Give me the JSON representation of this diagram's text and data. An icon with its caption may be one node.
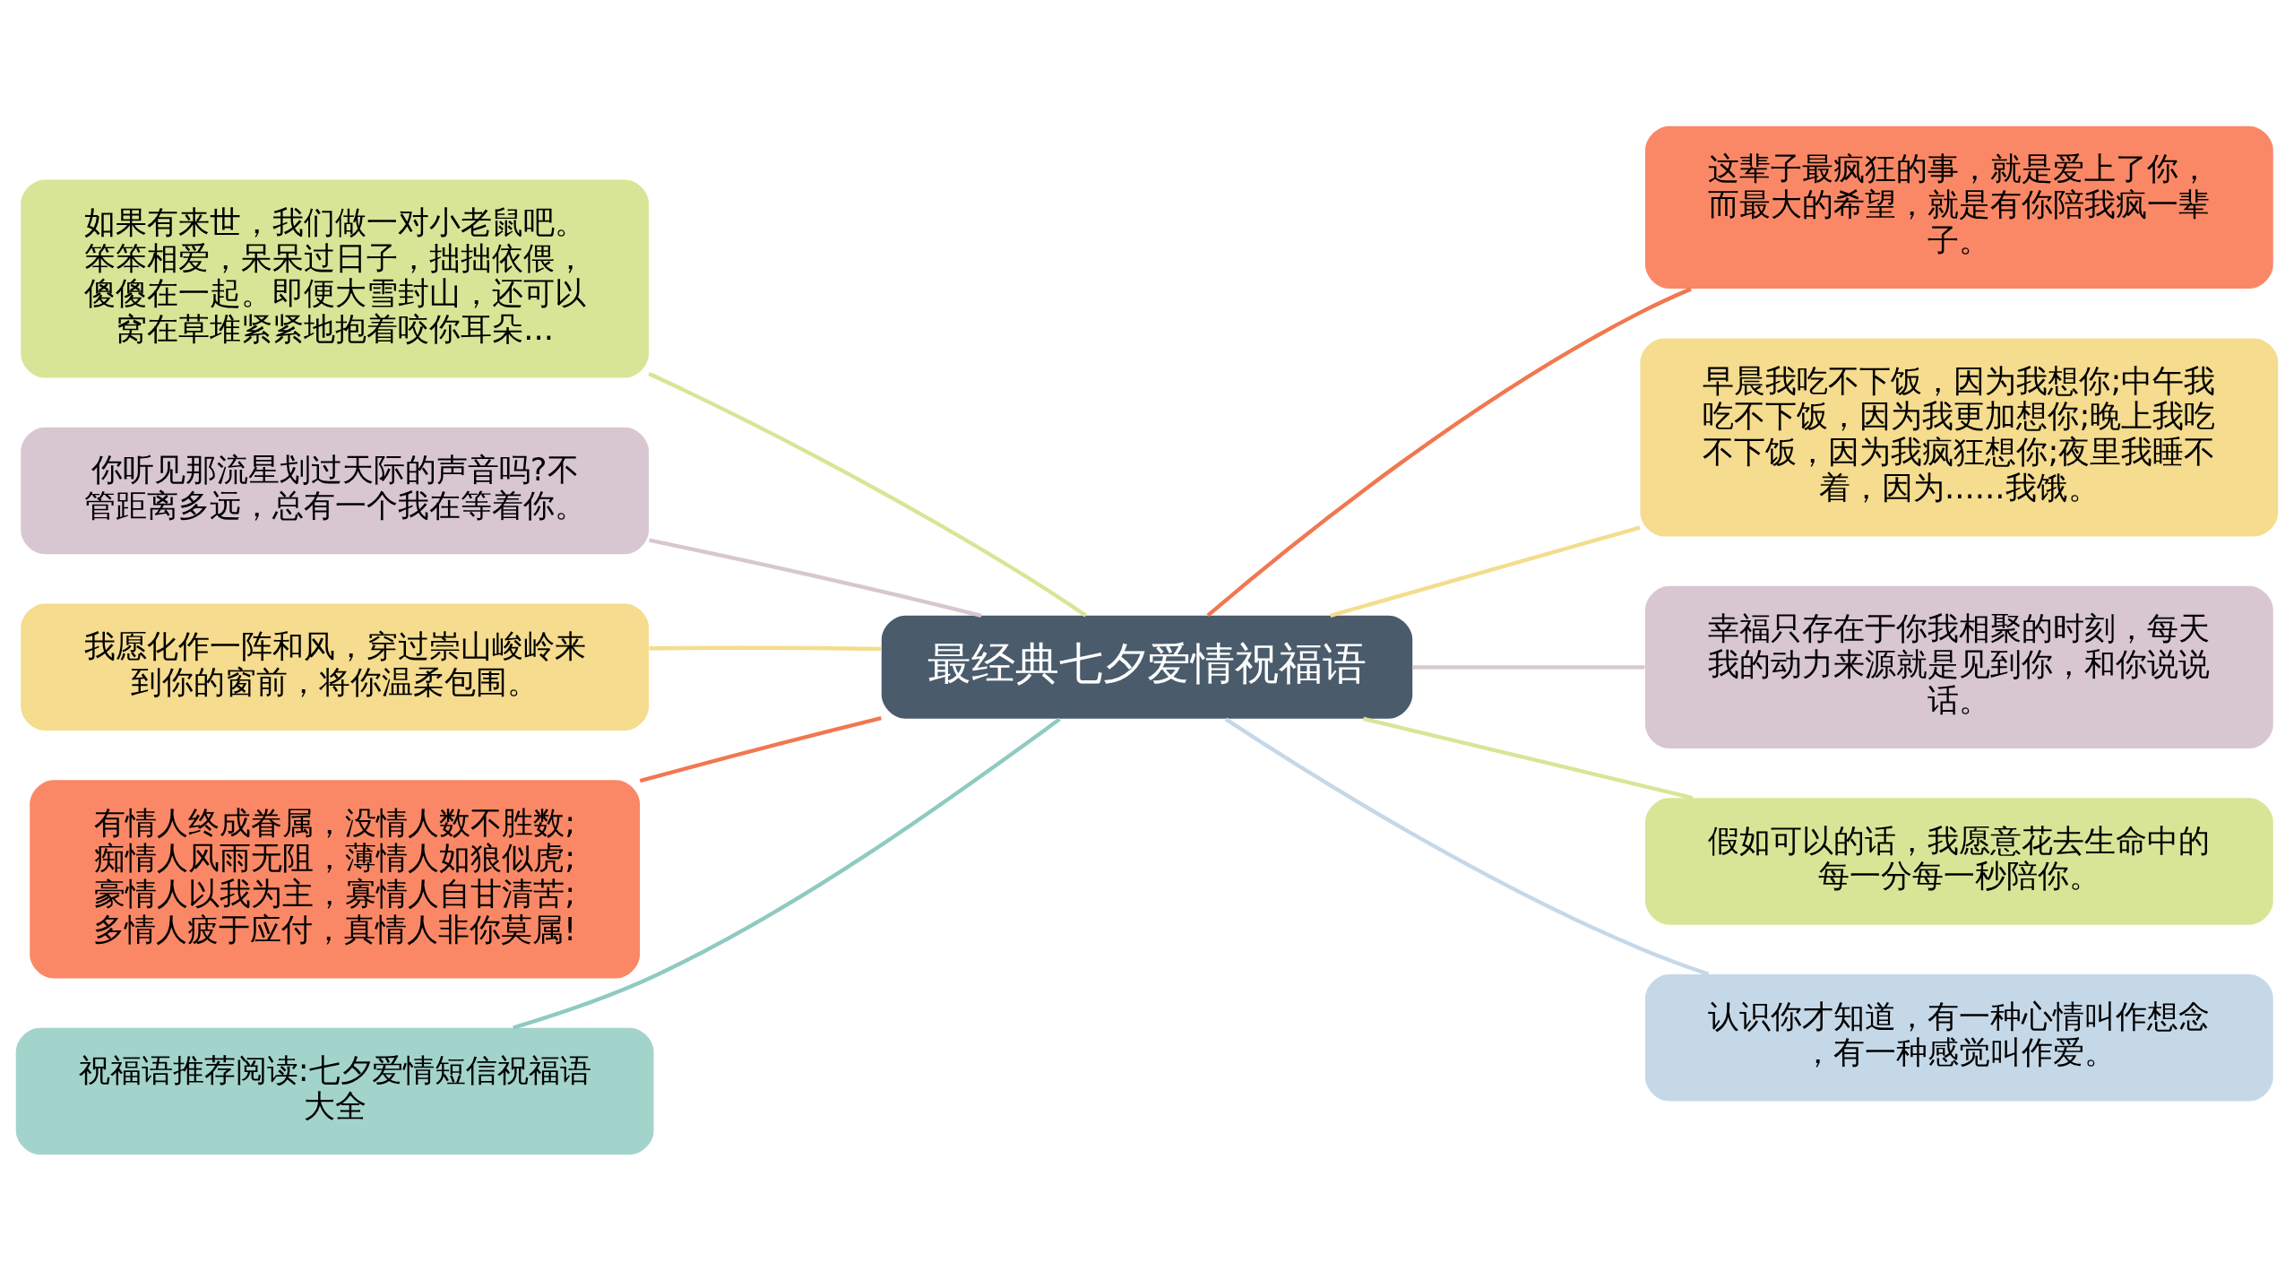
{
  "diagram": {
    "nodes": [
      {
        "text": [
          "最经典七夕爱情祝福语"
        ]
      },
      {
        "text": [
          "如果有来世，我们做一对小老鼠吧。笨笨相爱，呆呆过日子，拙拙依偎，傻傻在一起。即便大雪封山，还可以窝在草堆紧紧地抱着咬你耳朵..."
        ]
      },
      {
        "text": [
          "你听见那流星划过天际的声音吗?不管距离多远，总有一个我在等着你。"
        ]
      },
      {
        "text": [
          "我愿化作一阵和风，穿过崇山峻岭来到你的窗前，将你温柔包围。"
        ]
      },
      {
        "text": [
          "有情人终成眷属，没情人数不胜数;痴情人风雨无阻，薄情人如狼似虎;豪情人以我为主，寡情人自甘清苦;多情人疲于应付，真情人非你莫属!"
        ]
      },
      {
        "text": [
          "祝福语推荐阅读:七夕爱情短信祝福语大全"
        ]
      },
      {
        "text": [
          "这辈子最疯狂的事，就是爱上了你，而最大的希望，就是有你陪我疯一辈子。"
        ]
      },
      {
        "text": [
          "早晨我吃不下饭，因为我想你;中午我吃不下饭，因为我更加想你;晚上我吃不下饭，因为我疯狂想你;夜里我睡不着，因为......我饿。"
        ]
      },
      {
        "text": [
          "幸福只存在于你我相聚的时刻，每天我的动力来源就是见到你，和你说说话。"
        ]
      },
      {
        "text": [
          "假如可以的话，我愿意花去生命中的每一分每一秒陪你。"
        ]
      },
      {
        "text": [
          "认识你才知道，有一种心情叫作想念，有一种感觉叫作爱。"
        ]
      }
    ],
    "edges": [
      {
        "from": 0,
        "to": 1,
        "arrow": "none",
        "color": "#d9e596"
      },
      {
        "from": 0,
        "to": 2,
        "arrow": "none",
        "color": "#d8c6d0"
      },
      {
        "from": 0,
        "to": 3,
        "arrow": "none",
        "color": "#f5dc8e"
      },
      {
        "from": 0,
        "to": 4,
        "arrow": "none",
        "color": "#f07850"
      },
      {
        "from": 0,
        "to": 5,
        "arrow": "none",
        "color": "#8fcac0"
      },
      {
        "from": 0,
        "to": 6,
        "arrow": "none",
        "color": "#f07850"
      },
      {
        "from": 0,
        "to": 7,
        "arrow": "none",
        "color": "#f5dc8e"
      },
      {
        "from": 0,
        "to": 8,
        "arrow": "none",
        "color": "#d8c6d0"
      },
      {
        "from": 0,
        "to": 9,
        "arrow": "none",
        "color": "#d9e596"
      },
      {
        "from": 0,
        "to": 10,
        "arrow": "none",
        "color": "#c5d8e8"
      }
    ]
  }
}
